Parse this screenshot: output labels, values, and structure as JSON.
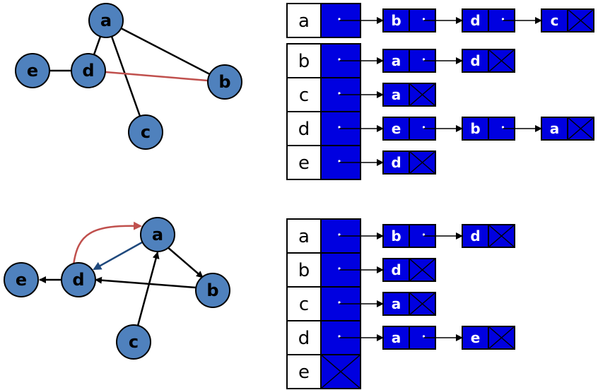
{
  "graphs": {
    "undirected": {
      "nodes": [
        "a",
        "b",
        "c",
        "d",
        "e"
      ]
    },
    "directed": {
      "nodes": [
        "a",
        "b",
        "c",
        "d",
        "e"
      ]
    }
  },
  "adjacency_lists": {
    "undirected": {
      "rows": [
        {
          "label": "a",
          "list": [
            "b",
            "d",
            "c"
          ]
        },
        {
          "label": "b",
          "list": [
            "a",
            "d"
          ]
        },
        {
          "label": "c",
          "list": [
            "a"
          ]
        },
        {
          "label": "d",
          "list": [
            "e",
            "b",
            "a"
          ]
        },
        {
          "label": "e",
          "list": [
            "d"
          ]
        }
      ]
    },
    "directed": {
      "rows": [
        {
          "label": "a",
          "list": [
            "b",
            "d"
          ]
        },
        {
          "label": "b",
          "list": [
            "d"
          ]
        },
        {
          "label": "c",
          "list": [
            "a"
          ]
        },
        {
          "label": "d",
          "list": [
            "a",
            "e"
          ]
        },
        {
          "label": "e",
          "list": []
        }
      ]
    }
  },
  "colors": {
    "node_fill": "#4f81bd",
    "list_fill": "#0000e0",
    "highlight_red": "#c0504d",
    "highlight_blue": "#1f497d"
  }
}
